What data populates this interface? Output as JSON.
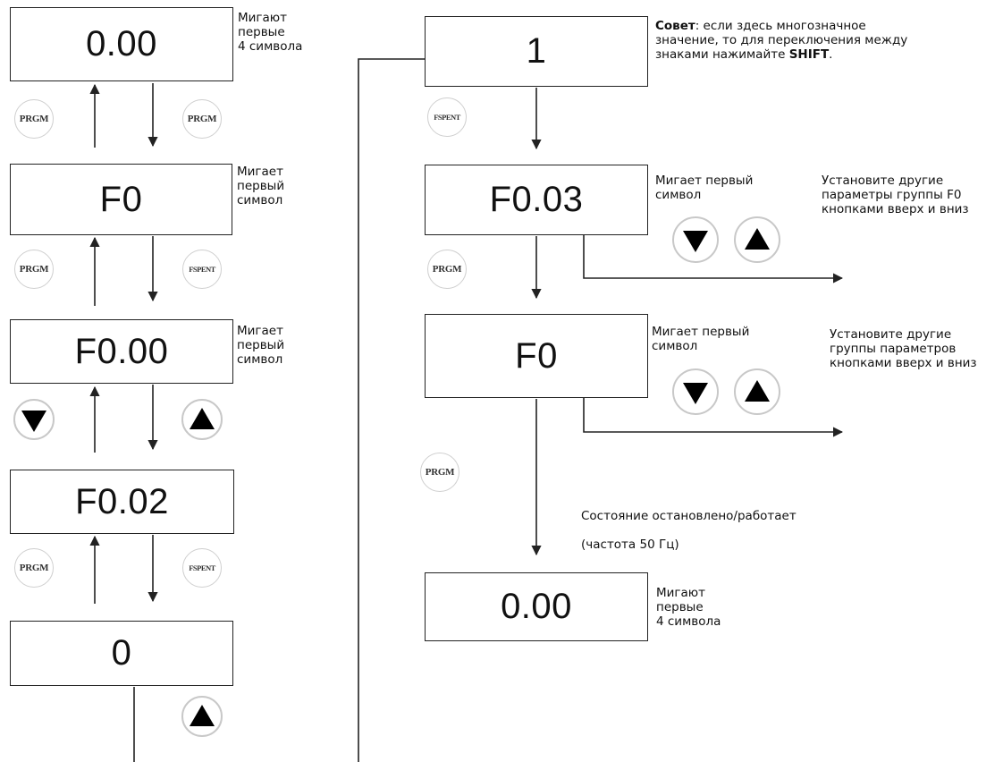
{
  "displays": {
    "d1": "0.00",
    "d2": "F0",
    "d3": "F0.00",
    "d4": "F0.02",
    "d5": "0",
    "r1": "1",
    "r2": "F0.03",
    "r3": "F0",
    "r4": "0.00"
  },
  "notes": {
    "blink_first4_a": "Мигают\nпервые\n4 символа",
    "blink_first_a": "Мигает\nпервый\nсимвол",
    "blink_first_b": "Мигает\nпервый\nсимвол",
    "tip_label": "Совет",
    "tip_text_1": ": если здесь многозначное",
    "tip_text_2": "значение, то для переключения между",
    "tip_text_3": "знаками нажимайте ",
    "tip_key": "SHIFT",
    "tip_end": ".",
    "blink_first_c": "Мигает первый\nсимвол",
    "set_params_group": "Установите другие\nпараметры группы F0\nкнопками вверх и вниз",
    "blink_first_d": "Мигает первый\nсимвол",
    "set_groups": "Установите другие\nгруппы параметров\nкнопками вверх и вниз",
    "state_line1": "Состояние остановлено/работает",
    "state_line2": "(частота 50 Гц)",
    "blink_first4_b": "Мигают\nпервые\n4 символа"
  },
  "buttons": {
    "prgm": "PRGM",
    "fspent": "FSPENT"
  },
  "colors": {
    "line": "#222222",
    "button_ring": "#c8c8c8",
    "triangle": "#000000"
  }
}
